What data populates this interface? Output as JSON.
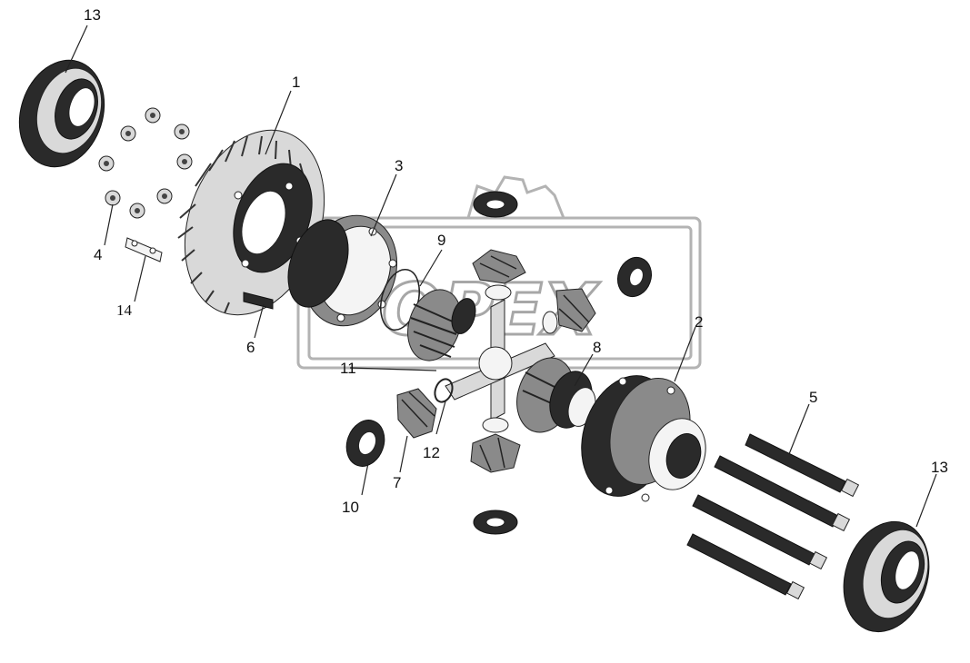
{
  "diagram": {
    "callouts": {
      "c1": "1",
      "c2": "2",
      "c3": "3",
      "c4": "4",
      "c5": "5",
      "c6": "6",
      "c7": "7",
      "c8": "8",
      "c9": "9",
      "c10": "10",
      "c11": "11",
      "c12": "12",
      "c13a": "13",
      "c13b": "13",
      "c14": "14"
    },
    "watermark": {
      "text": "OPEX"
    }
  }
}
